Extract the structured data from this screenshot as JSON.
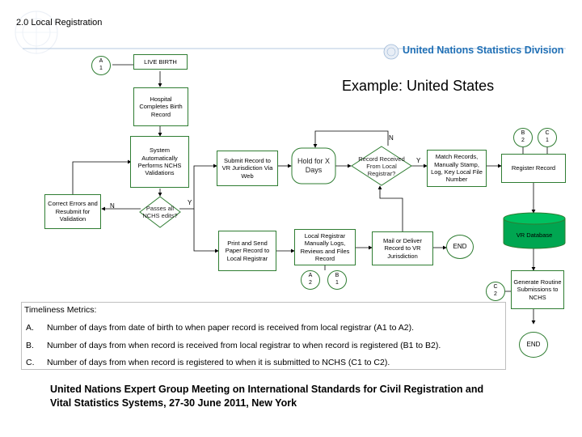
{
  "header": {
    "slide_number_title": "2.0 Local Registration",
    "org_name": "United Nations Statistics Division",
    "example_title": "Example: United States"
  },
  "flowchart": {
    "nodes": {
      "connector_a1": "A\n1",
      "live_birth": "LIVE BIRTH",
      "hospital": "Hospital Completes Birth Record",
      "validations": "System Automatically Performs NCHS Validations",
      "correct_errors": "Correct Errors and Resubmit for Validation",
      "passes_edits": "Passes all NCHS edits?",
      "submit_web": "Submit Record to VR Jurisdiction Via Web",
      "hold_x_days": "Hold for X Days",
      "record_received": "Record Received From Local Registrar?",
      "match_records": "Match Records, Manually Stamp, Log, Key Local File Number",
      "register_record": "Register Record",
      "connector_b2": "B\n2",
      "connector_c1": "C\n1",
      "print_send": "Print and Send Paper Record to Local Registrar",
      "local_registrar": "Local Registrar Manually Logs, Reviews and Files Record",
      "mail_deliver": "Mail or Deliver Record to VR Jurisdiction",
      "end_1": "END",
      "vr_database": "VR Database",
      "connector_a2": "A\n2",
      "connector_b1": "B\n1",
      "connector_c2": "C\n2",
      "generate_routine": "Generate Routine Submissions to NCHS",
      "end_2": "END"
    },
    "edge_labels": {
      "passes_no": "N",
      "passes_yes": "Y",
      "received_no": "N",
      "received_yes": "Y"
    }
  },
  "metrics": {
    "title": "Timeliness Metrics:",
    "items": [
      {
        "letter": "A.",
        "text": "Number of days from date of birth to when paper record is received from local registrar (A1 to A2)."
      },
      {
        "letter": "B.",
        "text": "Number of days from when record is received from local registrar to when record is registered (B1 to B2)."
      },
      {
        "letter": "C.",
        "text": "Number of days from when record is registered to when it is submitted to NCHS (C1 to C2)."
      }
    ]
  },
  "footer": {
    "line1": "United Nations Expert Group Meeting on International Standards for Civil Registration and",
    "line2": "Vital Statistics Systems, 27-30 June 2011, New York"
  },
  "colors": {
    "node_border": "#2f7d32",
    "database_fill": "#00a651",
    "org_text": "#1f6fb5",
    "connector_line": "#000000"
  }
}
